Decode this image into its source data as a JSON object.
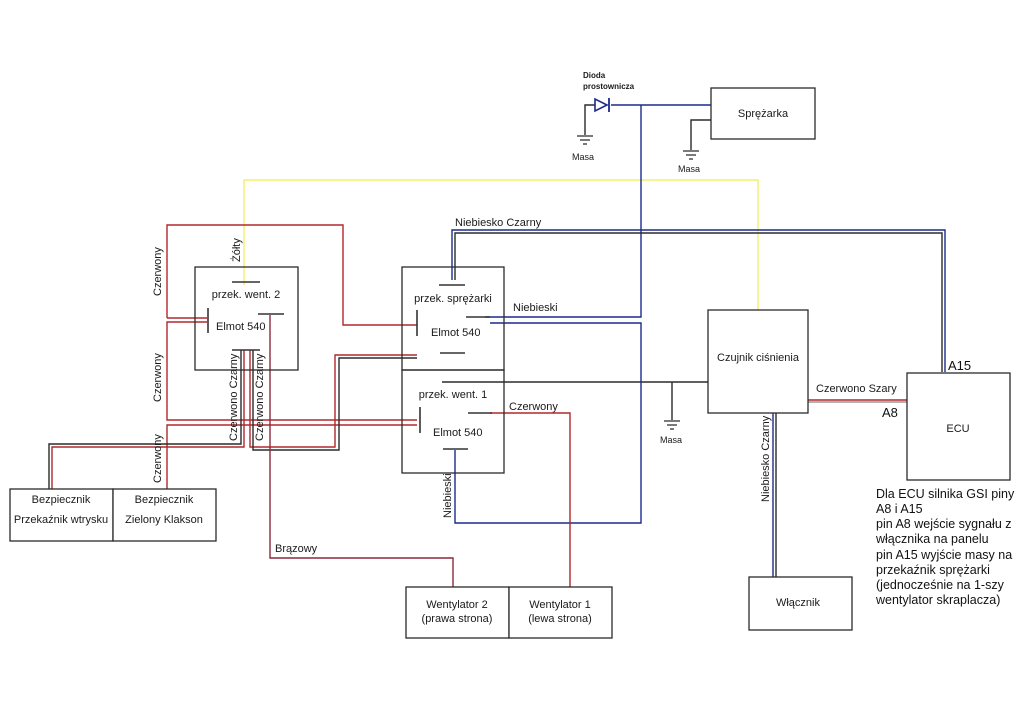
{
  "colors": {
    "red": "#b0282c",
    "blue": "#1c2a8c",
    "black": "#2b2b2b",
    "yellow": "#f2f06a",
    "brown": "#8c2a3c"
  },
  "components": {
    "diode_label_1": "Dioda",
    "diode_label_2": "prostownicza",
    "compressor": "Sprężarka",
    "ground_1": "Masa",
    "ground_2": "Masa",
    "ground_3": "Masa",
    "relay_fan2_title": "przek. went. 2",
    "relay_fan2_model": "Elmot 540",
    "relay_compressor_title": "przek. sprężarki",
    "relay_compressor_model": "Elmot 540",
    "relay_fan1_title": "przek. went. 1",
    "relay_fan1_model": "Elmot 540",
    "pressure_sensor": "Czujnik ciśnienia",
    "ecu": "ECU",
    "switch": "Włącznik",
    "fuse1_line1": "Bezpiecznik",
    "fuse1_line2": "Przekaźnik wtrysku",
    "fuse2_line1": "Bezpiecznik",
    "fuse2_line2": "Zielony Klakson",
    "fan2_line1": "Wentylator 2",
    "fan2_line2": "(prawa strona)",
    "fan1_line1": "Wentylator 1",
    "fan1_line2": "(lewa strona)"
  },
  "wire_labels": {
    "yellow": "Żółty",
    "red_1": "Czerwony",
    "red_2": "Czerwony",
    "red_3": "Czerwony",
    "red_fan1": "Czerwony",
    "red_black_1": "Czerwono Czarny",
    "red_black_2": "Czerwono Czarny",
    "blue_black_top": "Niebiesko Czarny",
    "blue_black_switch": "Niebiesko Czarny",
    "blue_1": "Niebieski",
    "blue_2": "Niebieski",
    "brown": "Brązowy",
    "red_grey": "Czerwono Szary"
  },
  "pins": {
    "a15": "A15",
    "a8": "A8"
  },
  "notes": {
    "line1": "Dla ECU silnika GSI piny A8 i A15",
    "line2": "pin A8 wejście sygnału z włącznika na panelu",
    "line3": "pin A15 wyjście masy na przekaźnik sprężarki (jednocześnie na 1-szy wentylator skraplacza)"
  }
}
